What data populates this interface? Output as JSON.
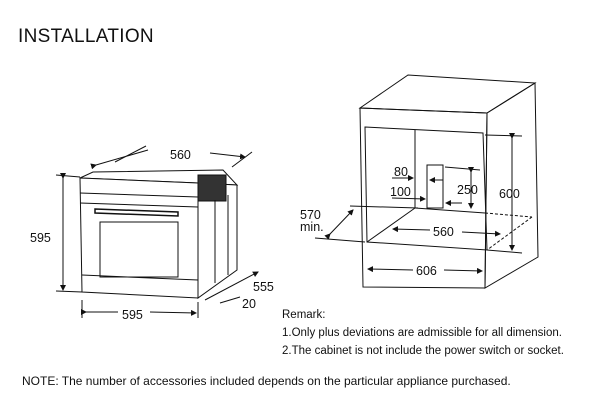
{
  "title": "INSTALLATION",
  "oven": {
    "depth": "560",
    "height": "595",
    "width": "595",
    "side_depth": "555",
    "door_offset": "20"
  },
  "cabinet": {
    "socket_width": "80",
    "socket_offset": "100",
    "socket_height": "250",
    "height": "600",
    "depth": "570",
    "depth_note": "min.",
    "inner_width": "560",
    "outer_width": "606"
  },
  "remark": {
    "heading": "Remark:",
    "lines": [
      "1.Only plus deviations are admissible for all dimension.",
      "2.The cabinet is not include the power switch or socket."
    ]
  },
  "note": "NOTE: The number of accessories included depends on the particular appliance purchased."
}
